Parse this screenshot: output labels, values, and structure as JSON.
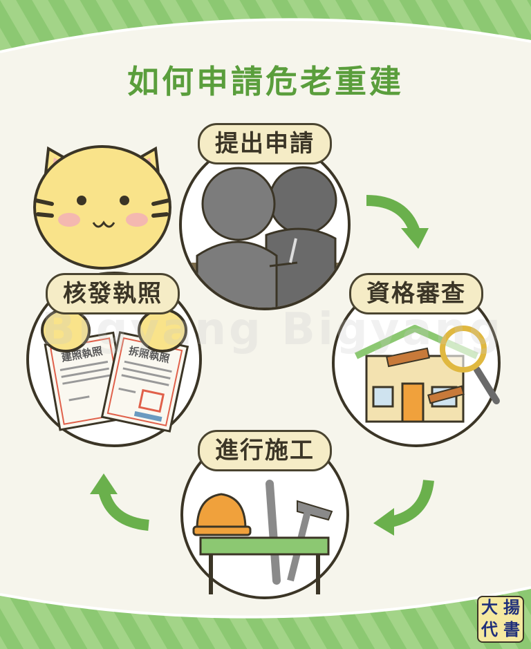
{
  "title": "如何申請危老重建",
  "steps": [
    {
      "label": "提出申請"
    },
    {
      "label": "資格審查"
    },
    {
      "label": "進行施工"
    },
    {
      "label": "核發執照"
    }
  ],
  "documents": [
    "建照執照",
    "拆照執照"
  ],
  "watermark": "Bigyang  Bigyang",
  "logo": {
    "chars": [
      "大",
      "揚",
      "代",
      "書"
    ]
  },
  "colors": {
    "accent": "#5a9e3c",
    "arrow": "#6ab04c",
    "pill": "#f5ecc6",
    "outline": "#4a4430"
  }
}
